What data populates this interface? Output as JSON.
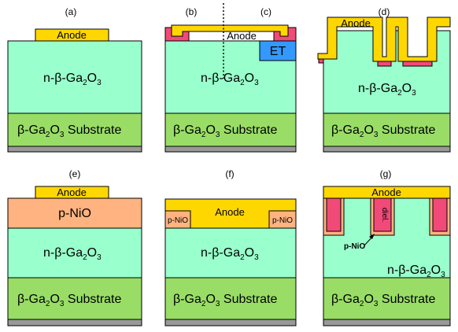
{
  "colors": {
    "anode": "#FFD700",
    "n_ga2o3": "#99FFCC",
    "substrate": "#99DD66",
    "bottom_contact": "#999999",
    "dielectric": "#F24A78",
    "et_region": "#3399FF",
    "p_nio": "#FFB380"
  },
  "panels": {
    "a": {
      "label": "(a)"
    },
    "b": {
      "label": "(b)"
    },
    "c": {
      "label": "(c)"
    },
    "d": {
      "label": "(d)"
    },
    "e": {
      "label": "(e)"
    },
    "f": {
      "label": "(f)"
    },
    "g": {
      "label": "(g)"
    }
  },
  "text": {
    "anode": "Anode",
    "n_prefix": "n-β-Ga",
    "substrate_prefix": "β-Ga",
    "sub_2": "2",
    "o": "O",
    "sub_3": "3",
    "substrate_suffix": " Substrate",
    "et": "ET",
    "p_nio": "p-NiO",
    "p_nio_small": "p-NiO",
    "diel": "diel."
  }
}
